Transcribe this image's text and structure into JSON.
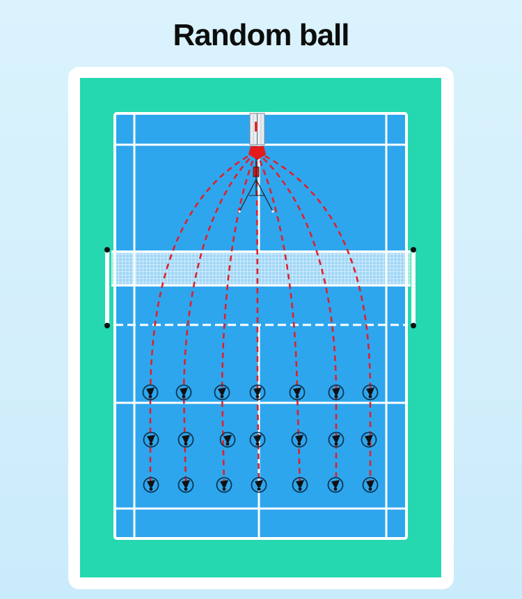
{
  "title": "Random ball",
  "colors": {
    "background": "#d6f0fc",
    "card": "#ffffff",
    "field": "#25d8b0",
    "court": "#2ea6ee",
    "lines": "#ffffff",
    "trajectory": "#e0202a",
    "machine": "#e51b1b"
  },
  "diagram": {
    "type": "badminton-court-drill",
    "machine": {
      "label": "shuttle-launcher",
      "position": "top-center-baseline"
    },
    "target_columns_x": [
      216,
      264,
      319,
      370,
      427,
      483,
      532
    ],
    "target_rows_y": [
      564,
      632,
      697
    ],
    "target_count": 21,
    "trajectory_count": 7,
    "target_icon": "shuttlecock-icon"
  }
}
